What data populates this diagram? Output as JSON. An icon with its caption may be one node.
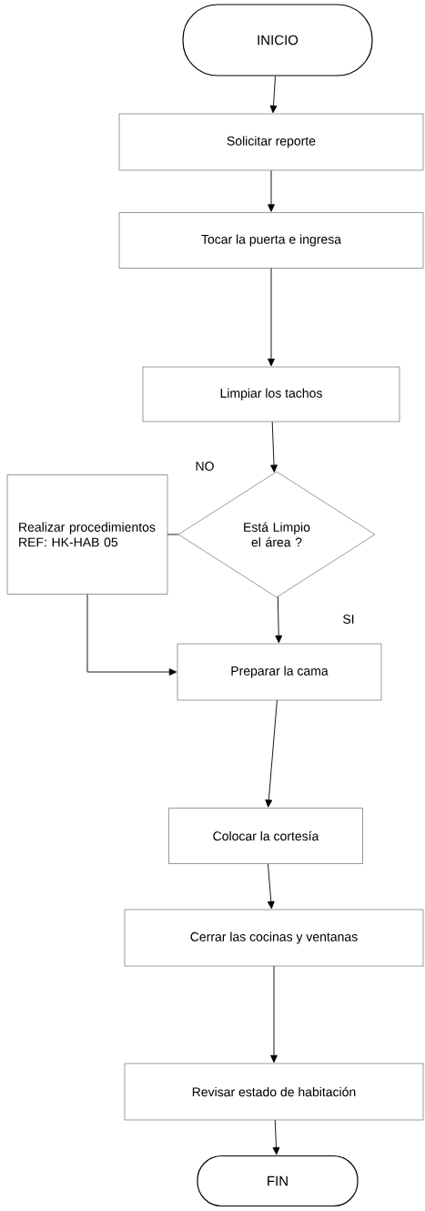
{
  "diagram": {
    "nodes": [
      {
        "text": [
          "INICIO"
        ]
      },
      {
        "text": [
          "Solicitar reporte"
        ]
      },
      {
        "text": [
          "Tocar la puerta e ingresa"
        ]
      },
      {
        "text": [
          "Limpiar los tachos"
        ]
      },
      {
        "text": [
          "Está Limpio el área ?"
        ]
      },
      {
        "text": [
          "Realizar procedimientos REF: HK-HAB 05"
        ]
      },
      {
        "text": [
          "Preparar la cama"
        ]
      },
      {
        "text": [
          "Colocar la cortesía"
        ]
      },
      {
        "text": [
          "Cerrar las cocinas y ventanas"
        ]
      },
      {
        "text": [
          "Revisar estado de habitación"
        ]
      },
      {
        "text": [
          "FIN"
        ]
      }
    ],
    "edges": [
      {
        "from": 0,
        "to": 1,
        "arrow": "to"
      },
      {
        "from": 1,
        "to": 2,
        "arrow": "to"
      },
      {
        "from": 2,
        "to": 3,
        "arrow": "to"
      },
      {
        "from": 3,
        "to": 4,
        "arrow": "to"
      },
      {
        "from": 4,
        "to": 5,
        "arrow": "none"
      },
      {
        "from": 4,
        "to": 6,
        "arrow": "to"
      },
      {
        "from": 5,
        "to": 6,
        "arrow": "to"
      },
      {
        "from": 6,
        "to": 7,
        "arrow": "to"
      },
      {
        "from": 7,
        "to": 8,
        "arrow": "to"
      },
      {
        "from": 8,
        "to": 9,
        "arrow": "to"
      },
      {
        "from": 9,
        "to": 10,
        "arrow": "to"
      }
    ],
    "labels": [
      "NO",
      "SI"
    ]
  }
}
